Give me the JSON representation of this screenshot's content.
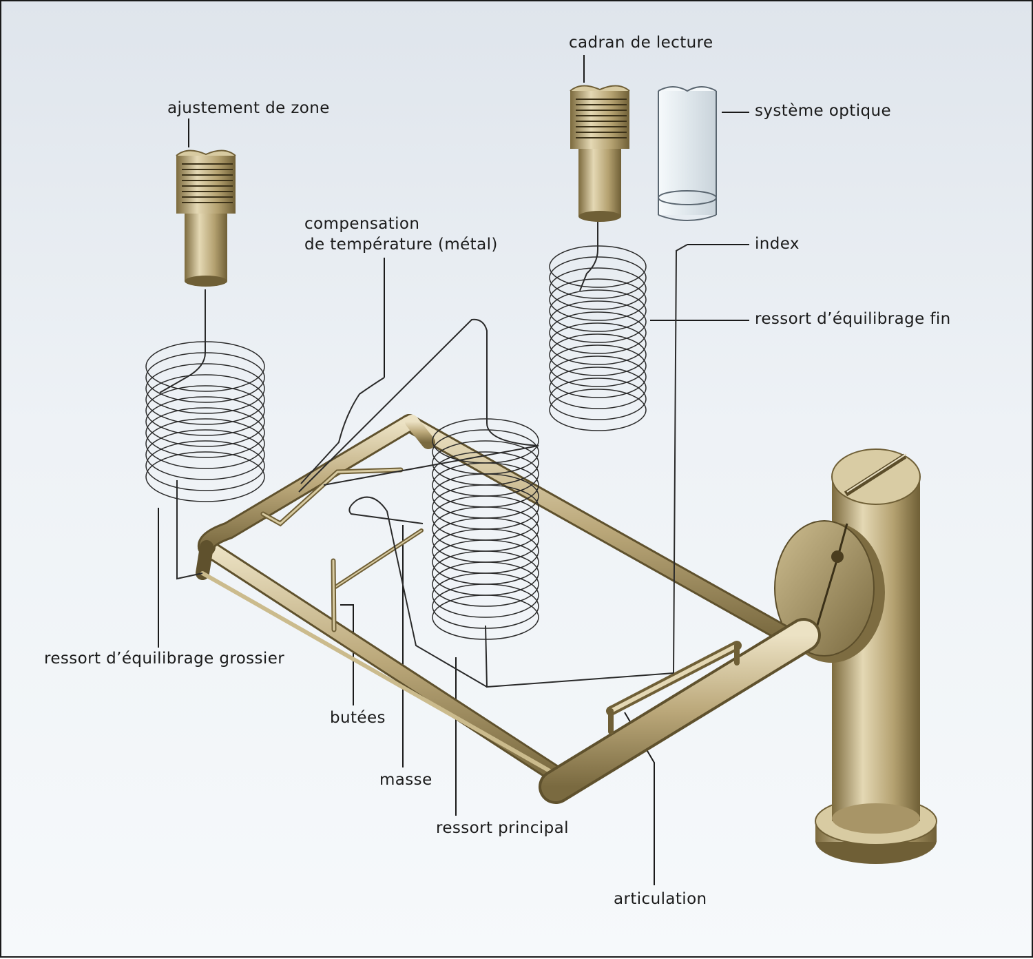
{
  "labels": {
    "cadran": "cadran de lecture",
    "systeme_optique": "système optique",
    "ajustement": "ajustement de zone",
    "compensation_l1": "compensation",
    "compensation_l2": "de température (métal)",
    "index": "index",
    "ressort_fin": "ressort d’équilibrage fin",
    "ressort_grossier": "ressort d’équilibrage grossier",
    "butees": "butées",
    "masse": "masse",
    "ressort_principal": "ressort principal",
    "articulation": "articulation"
  },
  "colors": {
    "metal_light": "#e6dcbc",
    "metal_mid": "#b9a678",
    "metal_dark": "#6f5f36",
    "wire": "#2a2a2a",
    "glass": "#e9f0f4",
    "background_top": "#dfe5ec",
    "background_bottom": "#f6f9fb"
  }
}
